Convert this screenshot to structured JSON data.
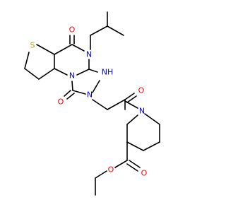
{
  "molecule": {
    "atoms": {
      "s1": {
        "symbol": "S"
      },
      "o1": {
        "symbol": "O"
      },
      "n1": {
        "symbol": "N"
      },
      "nh": {
        "symbol": "NH"
      },
      "n2": {
        "symbol": "N"
      },
      "n3": {
        "symbol": "N"
      },
      "o2": {
        "symbol": "O"
      },
      "o3": {
        "symbol": "O"
      },
      "n4": {
        "symbol": "N"
      },
      "o4": {
        "symbol": "O"
      },
      "o5": {
        "symbol": "O"
      }
    },
    "colors": {
      "sulfur": "#b3a300",
      "oxygen": "#ff0000",
      "nitrogen": "#0000ff",
      "carbon": "#000000"
    }
  }
}
